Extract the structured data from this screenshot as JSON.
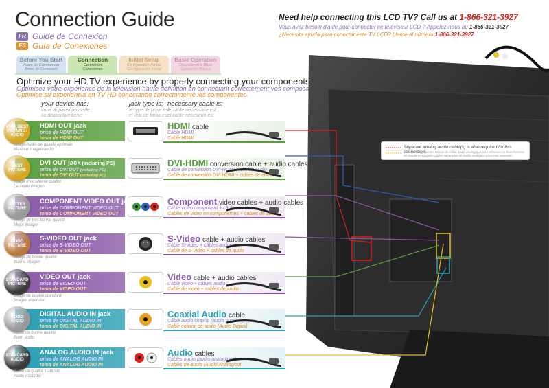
{
  "title": "Connection Guide",
  "subtitles": [
    {
      "code": "FR",
      "text": "Guide de Connexion",
      "color": "#8c6fb5"
    },
    {
      "code": "ES",
      "text": "Guía de Conexiones",
      "color": "#e8902b"
    }
  ],
  "help": {
    "title": "Need help connecting this LCD TV? Call us at ",
    "phone": "1-866-321-3927",
    "fr_text": "Vous avez besoin d'aide pour connecter ce téléviseur LCD ? Appelez-nous au ",
    "es_text": "¿Necesita ayuda para conectar este TV LCD? Llame al número ",
    "phone_color": "#d4221b"
  },
  "tabs": [
    {
      "label": "Before You Start",
      "fr": "Avant de Commencer",
      "es": "Antes de Comenzar",
      "color": "#d6e4f2",
      "text_color": "#7a8da0"
    },
    {
      "label": "Connection",
      "fr": "Connexion",
      "es": "Conexiones",
      "color": "#c9e6b3",
      "text_color": "#3c5c2a"
    },
    {
      "label": "Initial Setup",
      "fr": "Configuration Initiale",
      "es": "Configuración Inicial",
      "color": "#f6e2c8",
      "text_color": "#c7a27a"
    },
    {
      "label": "Basic Operation",
      "fr": "Opérations de Base",
      "es": "Operación Básica",
      "color": "#f2d6e4",
      "text_color": "#c09aac"
    }
  ],
  "intro": {
    "en": "Optimize your HD TV experience by properly connecting your components.",
    "fr": "Optimisez votre expérience de la télévision haute définition en connectant correctement vos composants.",
    "es": "Optimice su experiencia en TV HD conectando correctamente los componentes."
  },
  "columns": [
    {
      "en": "your device has;",
      "fr": "votre appareil possède ;",
      "es": "su dispositivo tiene;"
    },
    {
      "en": "jack type is;",
      "fr": "le type de prise est ;",
      "es": "el tipo de toma es;"
    },
    {
      "en": "necessary cable is;",
      "fr": "le câble nécessaire est ;",
      "es": "el cable necesario es;"
    }
  ],
  "rows": [
    {
      "seal": "VERY BEST PICTURE / AUDIO",
      "seal_color": "#d9a520",
      "jack_en": "HDMI OUT jack",
      "jack_fr": "prise de HDMI OUT",
      "jack_es": "toma de HDMI OUT",
      "quality_en": "Image/Audio de qualité optimale",
      "quality_es": "Máxima imagen/audio",
      "cable_name": "HDMI",
      "cable_suffix": " cable",
      "cable_fr": "Câble HDMI",
      "cable_es": "Cable HDMI",
      "port": "hdmi",
      "color": "#5a9e3f"
    },
    {
      "seal": "BEST PICTURE",
      "seal_color": "#d9a520",
      "jack_en": "DVI OUT jack",
      "jack_small": " (including PC)",
      "jack_fr": "prise de DVI OUT",
      "jack_fr_small": " (including PC)",
      "jack_es": "toma de DVI OUT",
      "jack_es_small": " (including PC)",
      "quality_en": "Image d'excellente qualité",
      "quality_es": "La mejor imagen",
      "cable_name": "DVI-HDMI",
      "cable_suffix": " conversion cable + audio cables",
      "cable_fr": "Câble de conversion DVI-HDMI + câbles audio",
      "cable_es": "Cable de conversión DVI HDMI + cables de audio",
      "port": "dvi",
      "color": "#5a9e3f"
    },
    {
      "seal": "BETTER PICTURE",
      "seal_color": "#9a9a9a",
      "jack_en": "COMPONENT VIDEO OUT jack",
      "jack_fr": "prise de COMPONENT VIDEO OUT",
      "jack_es": "toma de COMPONENT VIDEO OUT",
      "quality_en": "Image de très bonne qualité",
      "quality_es": "Mejor imagen",
      "cable_name": "Component",
      "cable_suffix": " video cables + audio cables",
      "cable_fr": "Câble vidéo composant + câbles audio",
      "cable_es": "Cables de video en componentes + cables de audio",
      "port": "component",
      "color": "#8a5aa8"
    },
    {
      "seal": "GOOD PICTURE",
      "seal_color": "#b87a3a",
      "jack_en": "S-VIDEO OUT jack",
      "jack_fr": "prise de S-VIDEO OUT",
      "jack_es": "toma de S-VIDEO OUT",
      "quality_en": "Image de bonne qualité",
      "quality_es": "Buena imagen",
      "cable_name": "S-Video",
      "cable_suffix": " cable + audio cables",
      "cable_fr": "Câble S-Vidéo + câbles audio",
      "cable_es": "Cable de S-Video + cables de audio",
      "port": "svideo",
      "color": "#8a5aa8"
    },
    {
      "seal": "STANDARD PICTURE",
      "seal_color": "#3a3a3a",
      "jack_en": "VIDEO OUT jack",
      "jack_fr": "prise de VIDEO OUT",
      "jack_es": "toma de VIDEO OUT",
      "quality_en": "Image de qualité standard",
      "quality_es": "Imagen estándar",
      "cable_name": "Video",
      "cable_suffix": " cable + audio cables",
      "cable_fr": "Câble vidéo + câbles audio",
      "cable_es": "Cable de video + cables de audio",
      "port": "video",
      "color": "#8a5aa8"
    },
    {
      "seal": "GOOD AUDIO",
      "seal_color": "#9a9a9a",
      "jack_en": "DIGITAL AUDIO IN jack",
      "jack_fr": "prise de DIGITAL AUDIO IN",
      "jack_es": "toma de DIGITAL AUDIO IN",
      "quality_en": "Audio de bonne qualité",
      "quality_es": "Buen audio",
      "cable_name": "Coaxial Audio",
      "cable_suffix": " cable",
      "cable_fr": "Câble audio coaxial (audio numérique)",
      "cable_es": "Cable coaxial de audio (Audio Digital)",
      "port": "coax",
      "color": "#2a9fb3"
    },
    {
      "seal": "STANDARD AUDIO",
      "seal_color": "#3a3a3a",
      "jack_en": "ANALOG AUDIO IN jack",
      "jack_fr": "prise de ANALOG AUDIO IN",
      "jack_es": "toma de ANALOG AUDIO IN",
      "quality_en": "Audio de qualité standard",
      "quality_es": "Audio estándar",
      "cable_name": "Audio",
      "cable_suffix": " cables",
      "cable_fr": "Câbles audio (audio analogique)",
      "cable_es": "Cables de audio (Audio Analógico)",
      "port": "audio",
      "color": "#2a9fb3"
    }
  ],
  "note": {
    "en": "Separate analog audio cable(s) is also required for this connection.",
    "fr": "Vous aurez également besoin de câble audio analogique pour effectuer ce branchement.",
    "es": "Se requieren también cables separados de audio analógico para esta conexión."
  },
  "colors": {
    "green": "#5a9e3f",
    "purple": "#8a5aa8",
    "teal": "#2a9fb3",
    "yellow": "#e8c020",
    "red": "#d4221b",
    "blue": "#2e5fb8"
  }
}
